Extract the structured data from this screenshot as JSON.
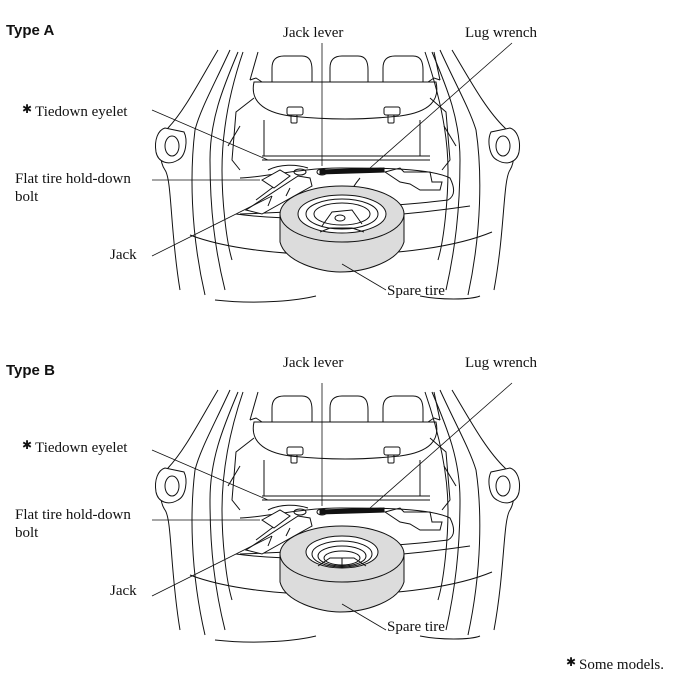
{
  "footnote": {
    "marker": "✱",
    "text": "Some models."
  },
  "panels": [
    {
      "title": "Type A",
      "labels": {
        "jack_lever": "Jack lever",
        "lug_wrench": "Lug wrench",
        "tiedown_marker": "✱",
        "tiedown": "Tiedown eyelet",
        "holddown_line1": "Flat tire hold-down",
        "holddown_line2": "bolt",
        "jack": "Jack",
        "spare_tire": "Spare tire"
      }
    },
    {
      "title": "Type B",
      "labels": {
        "jack_lever": "Jack lever",
        "lug_wrench": "Lug wrench",
        "tiedown_marker": "✱",
        "tiedown": "Tiedown eyelet",
        "holddown_line1": "Flat tire hold-down",
        "holddown_line2": "bolt",
        "jack": "Jack",
        "spare_tire": "Spare tire"
      }
    }
  ],
  "colors": {
    "tire_fill": "#dcdcdc",
    "line": "#111111"
  }
}
